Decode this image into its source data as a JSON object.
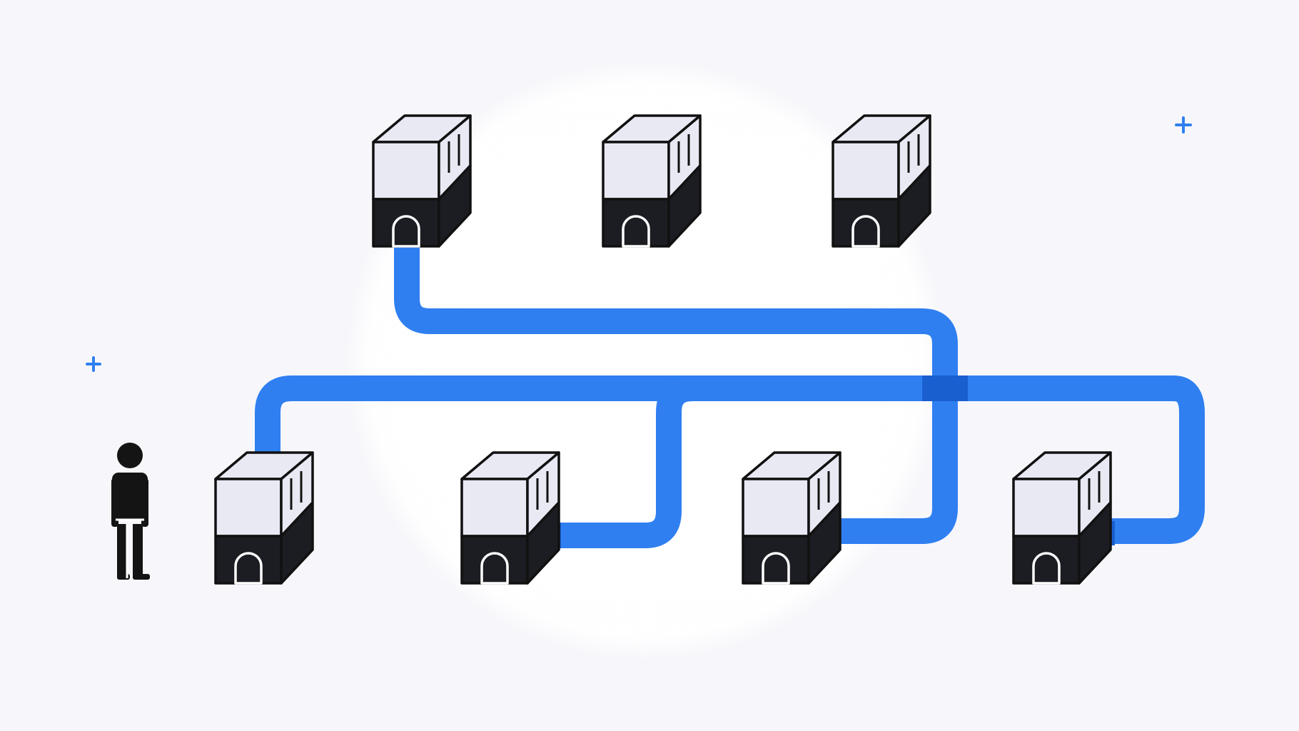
{
  "diagram": {
    "colors": {
      "background": "#f7f7fb",
      "halo": "#ffffff",
      "pipe": "#2f7ff0",
      "pipe_dark": "#1a5fd0",
      "box_face": "#e9e9f4",
      "box_dark": "#1c1d22",
      "outline": "#111111",
      "sparkle": "#2f7ff0",
      "person": "#141414"
    },
    "icons": {
      "node": "building-block-icon",
      "actor": "person-icon",
      "sparkle": "plus-sparkle-icon"
    },
    "nodes": [
      {
        "id": "top-1",
        "row": "top"
      },
      {
        "id": "top-2",
        "row": "top"
      },
      {
        "id": "top-3",
        "row": "top"
      },
      {
        "id": "bottom-1",
        "row": "bottom"
      },
      {
        "id": "bottom-2",
        "row": "bottom"
      },
      {
        "id": "bottom-3",
        "row": "bottom"
      },
      {
        "id": "bottom-4",
        "row": "bottom"
      }
    ],
    "connections": [
      {
        "from": "top-1",
        "to": "bottom-3"
      },
      {
        "from": "bottom-1",
        "to": "bottom-4"
      },
      {
        "from": "bottom-2",
        "to": "bottom-4"
      }
    ]
  }
}
